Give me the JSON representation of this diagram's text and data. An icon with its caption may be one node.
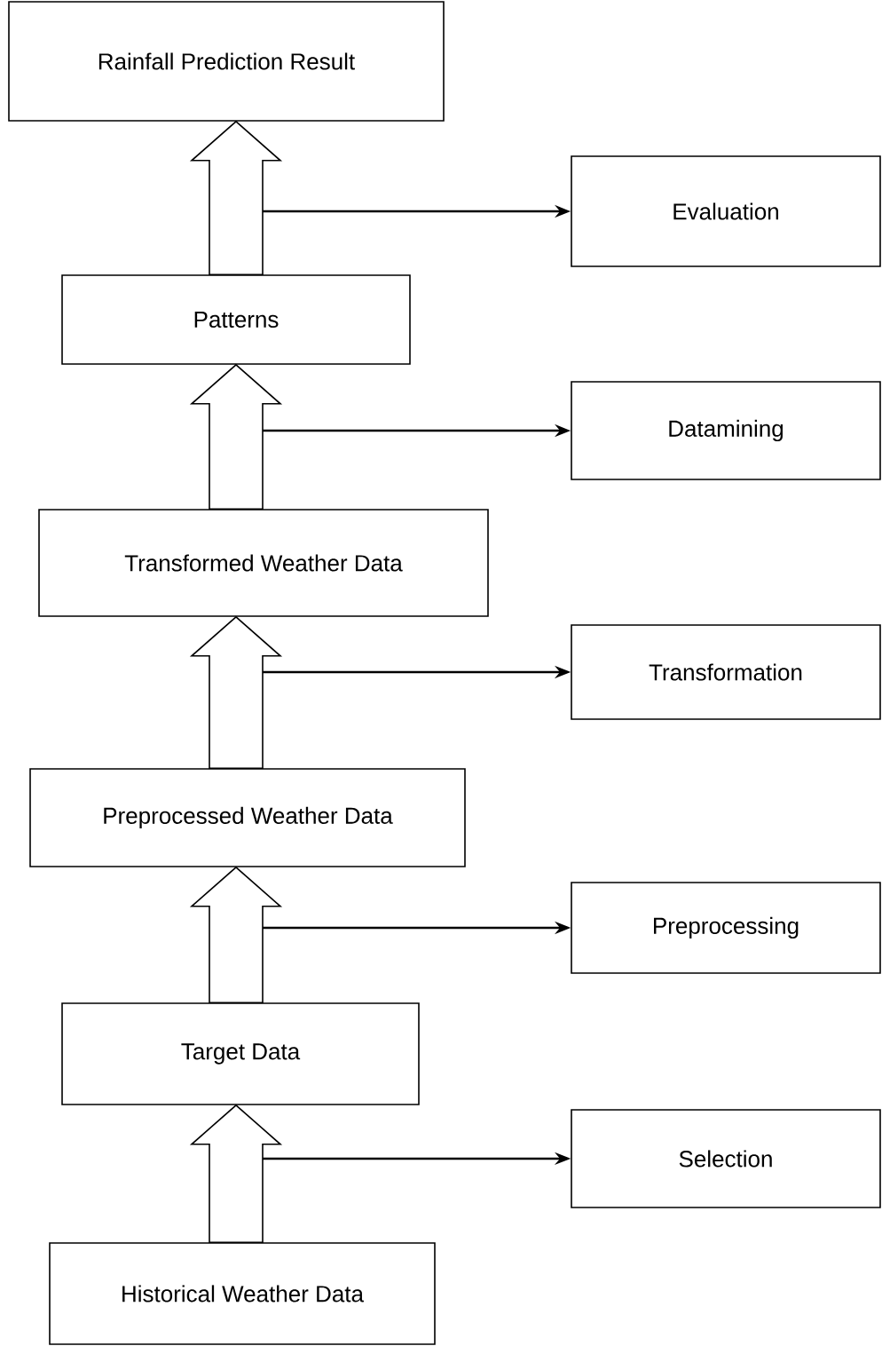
{
  "diagram": {
    "nodes": [
      {
        "text": [
          "Rainfall Prediction Result"
        ]
      },
      {
        "text": [
          "Evaluation"
        ]
      },
      {
        "text": [
          "Patterns"
        ]
      },
      {
        "text": [
          "Datamining"
        ]
      },
      {
        "text": [
          "Transformed Weather Data"
        ]
      },
      {
        "text": [
          "Transformation"
        ]
      },
      {
        "text": [
          "Preprocessed Weather Data"
        ]
      },
      {
        "text": [
          "Preprocessing"
        ]
      },
      {
        "text": [
          "Target Data"
        ]
      },
      {
        "text": [
          "Selection"
        ]
      },
      {
        "text": [
          "Historical Weather Data"
        ]
      }
    ],
    "edges": [
      {
        "from": 10,
        "to": 8,
        "arrow": "to",
        "style": "thick"
      },
      {
        "from": null,
        "to": 9,
        "arrow": "to"
      },
      {
        "from": 8,
        "to": 6,
        "arrow": "to",
        "style": "thick"
      },
      {
        "from": null,
        "to": 7,
        "arrow": "to"
      },
      {
        "from": 6,
        "to": 4,
        "arrow": "to",
        "style": "thick"
      },
      {
        "from": null,
        "to": 5,
        "arrow": "to"
      },
      {
        "from": 4,
        "to": 2,
        "arrow": "to",
        "style": "thick"
      },
      {
        "from": null,
        "to": 3,
        "arrow": "to"
      },
      {
        "from": 2,
        "to": 0,
        "arrow": "to",
        "style": "thick"
      },
      {
        "from": null,
        "to": 1,
        "arrow": "to"
      }
    ]
  }
}
